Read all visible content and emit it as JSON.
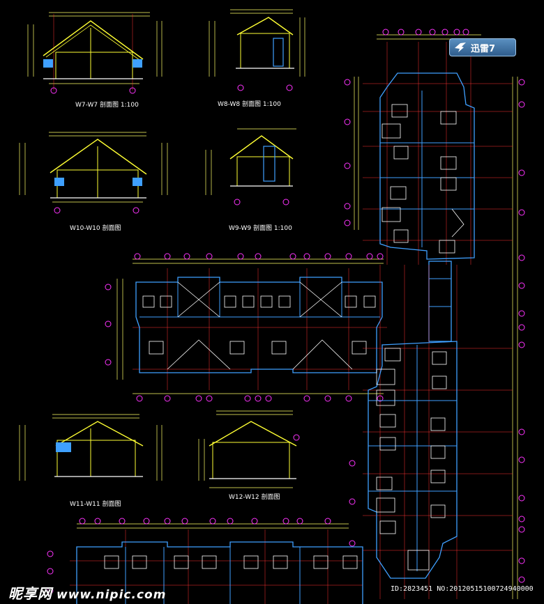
{
  "section_labels": {
    "w7": "W7-W7 剖面图 1:100",
    "w8": "W8-W8 剖面图 1:100",
    "w10": "W10-W10 剖面图",
    "w9": "W9-W9 剖面图 1:100",
    "w11": "W11-W11 剖面图",
    "w12": "W12-W12 剖面图"
  },
  "badge": {
    "label": "迅雷7",
    "icon": "thunder-bird-icon"
  },
  "watermark": {
    "brand": "昵享网",
    "site": "www.nipic.com"
  },
  "image_id": "ID:2823451 NO:20120515100724940000",
  "colors": {
    "background": "#000000",
    "wall": "#3fa0ff",
    "roof": "#ffff33",
    "dimension": "#ffff66",
    "grid_marker": "#ff33ff",
    "axis": "#ff3333",
    "annotation": "#ffffff"
  }
}
